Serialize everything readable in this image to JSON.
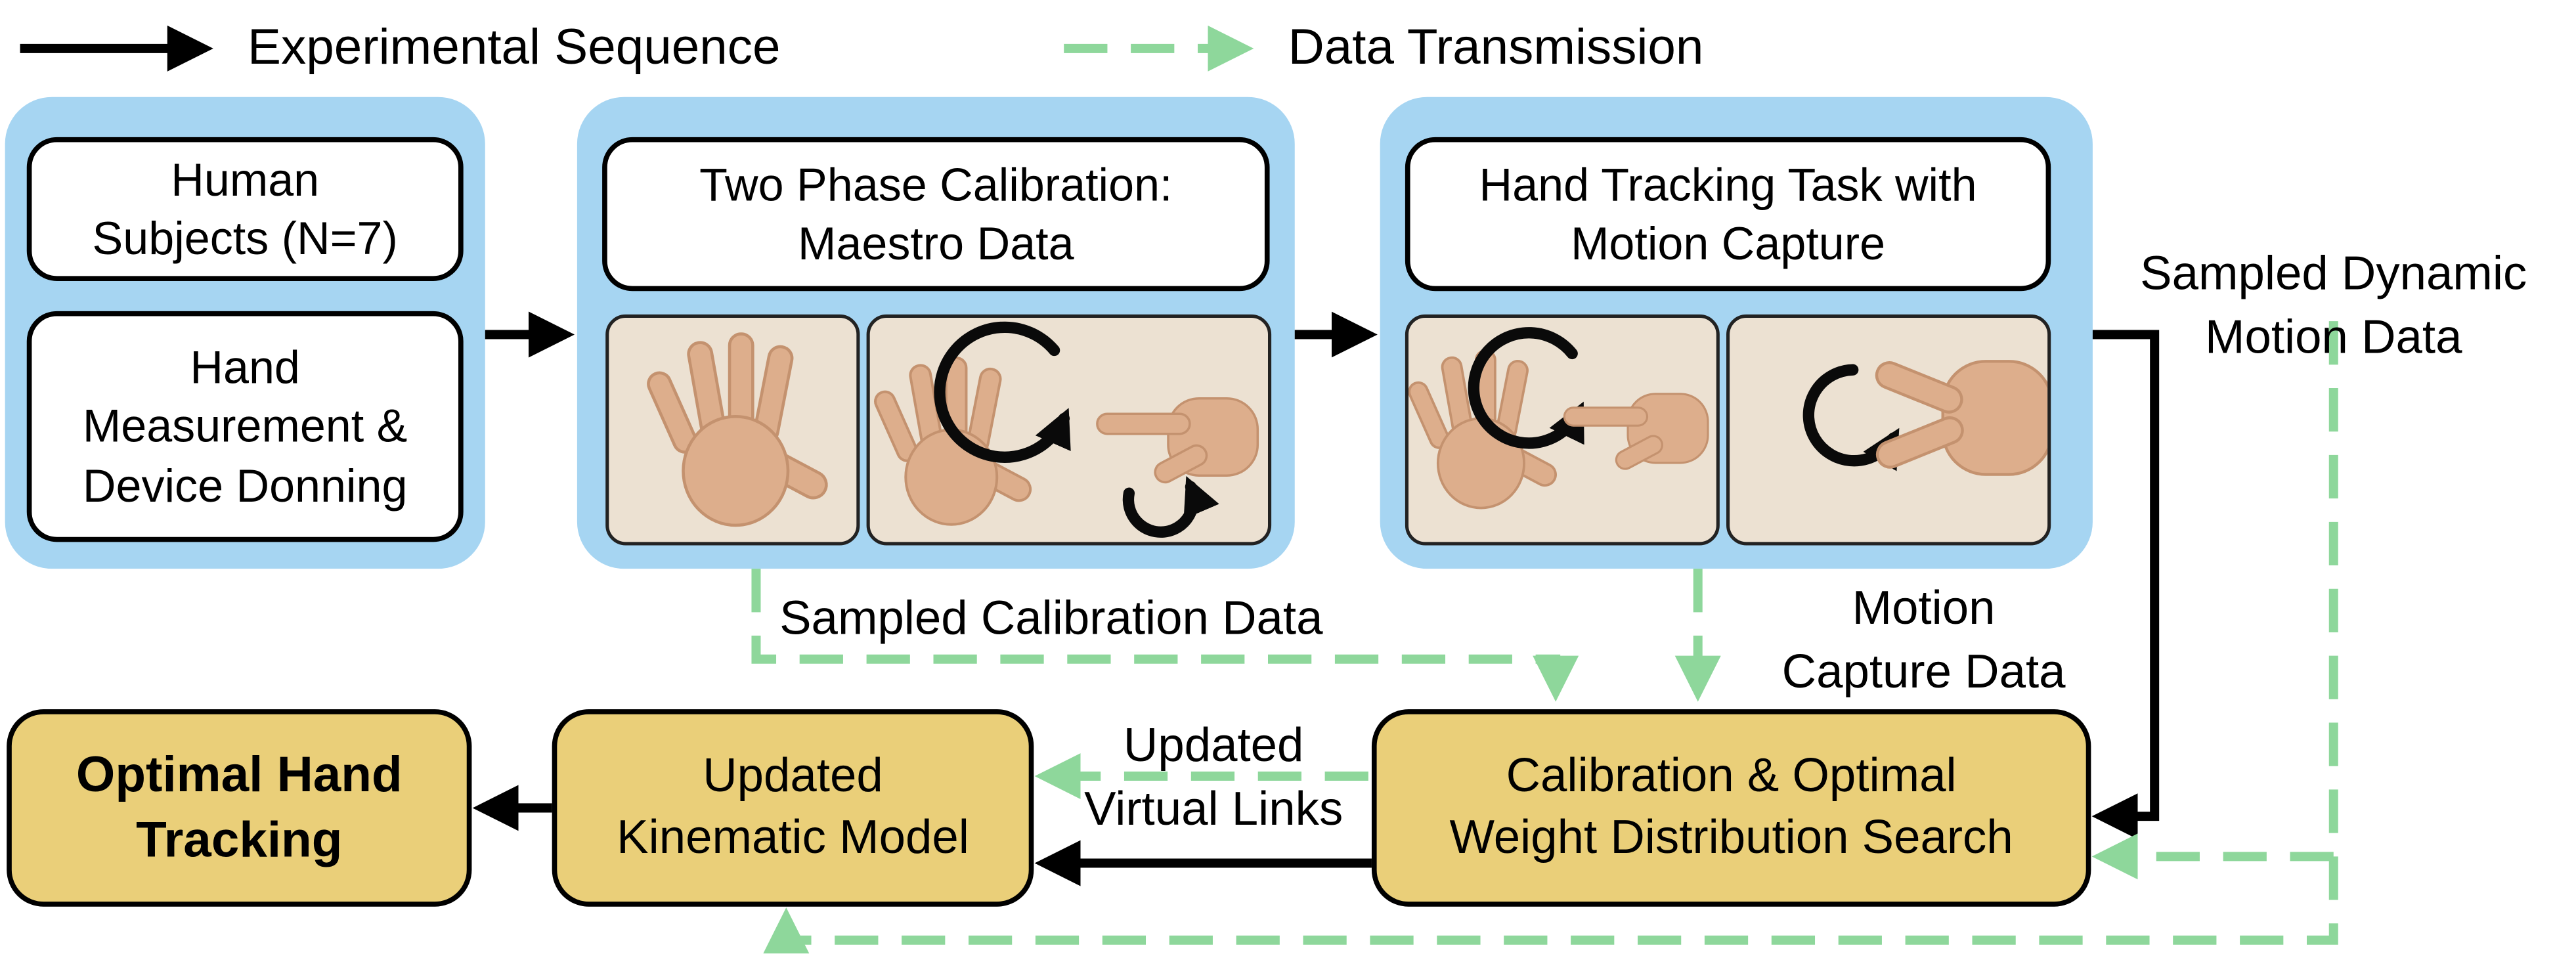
{
  "colors": {
    "blue_panel": "#a6d5f2",
    "gold_box": "#eacf79",
    "green": "#8ed79b",
    "black": "#000000",
    "skin": "#ddae8c"
  },
  "legend": {
    "experimental_sequence": "Experimental Sequence",
    "data_transmission": "Data Transmission"
  },
  "pipeline": {
    "human_subjects": "Human\nSubjects (N=7)",
    "hand_measurement": "Hand\nMeasurement &\nDevice Donning",
    "two_phase_calibration": "Two Phase Calibration:\nMaestro Data",
    "hand_tracking_task": "Hand Tracking Task with\nMotion Capture",
    "optimal_hand_tracking": "Optimal Hand\nTracking",
    "updated_kinematic_model": "Updated\nKinematic Model",
    "calibration_search": "Calibration & Optimal\nWeight Distribution Search"
  },
  "data_labels": {
    "sampled_dynamic_motion": "Sampled Dynamic\nMotion Data",
    "sampled_calibration": "Sampled Calibration Data",
    "motion_capture": "Motion\nCapture Data",
    "updated_virtual_links": "Updated\nVirtual Links"
  }
}
